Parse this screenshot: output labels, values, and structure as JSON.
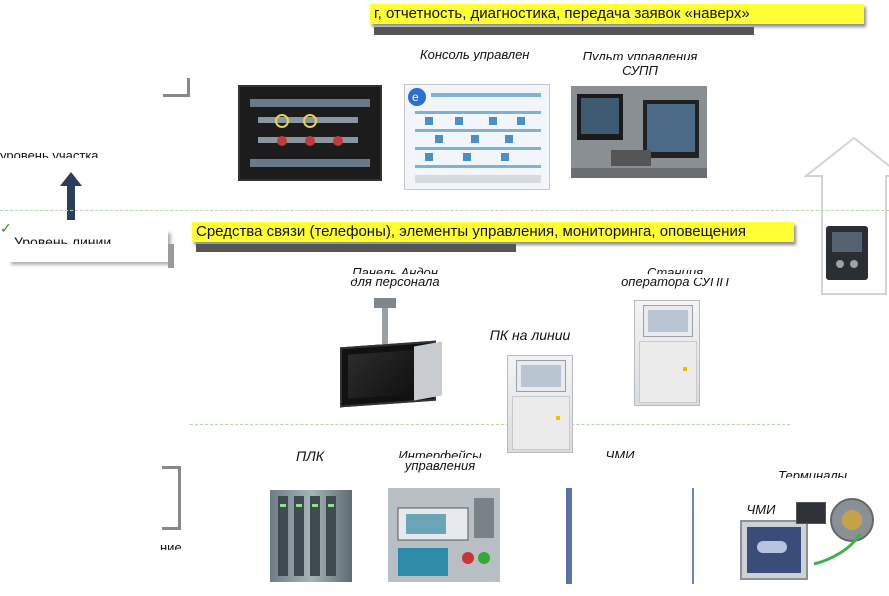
{
  "banners": {
    "top": "г, отчетность, диагностика, передача заявок «наверх»",
    "middle": "Средства связи (телефоны), элементы управления, мониторинга, оповещения"
  },
  "top_level": {
    "label_control": "Консоль управления",
    "label_sup_panel_line1": "Пульт управления",
    "label_sup_panel_line2": "СУПП"
  },
  "left_labels": {
    "level_area": "уровень участка",
    "level_line": "Уровень линии"
  },
  "line_level": {
    "label_andon_line1": "Панель Андон",
    "label_andon_line2": "для персонала",
    "label_pc_line": "ПК на линии",
    "label_station_line1": "Станция",
    "label_station_line2": "оператора СУПП"
  },
  "bottom_level": {
    "label_plc": "ПЛК",
    "label_interface_line1": "Интерфейсы",
    "label_interface_line2": "управления",
    "label_hmi": "ЧМИ",
    "label_terminal": "Терминалы",
    "label_hmi2": "ЧМИ",
    "label_left": "ние"
  },
  "colors": {
    "banner": "#ffff33",
    "arrow": "#2b3e5c",
    "dashed_line": "#b9d9a0"
  }
}
